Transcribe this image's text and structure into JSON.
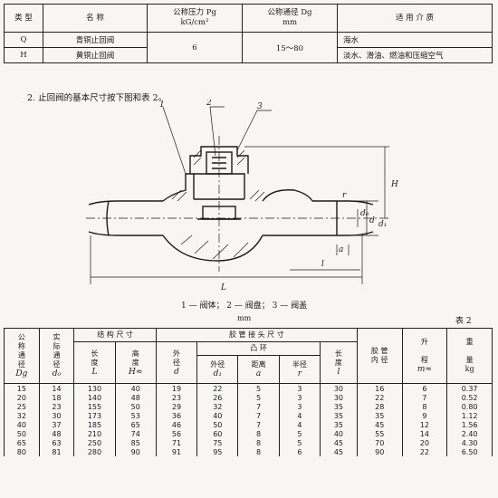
{
  "table1": {
    "headers": [
      "类  型",
      "名    称",
      "公称压力 Pg",
      "kG/cm²",
      "公称通径 Dg",
      "mm",
      "适  用  介  质"
    ],
    "rows": [
      {
        "type": "Q",
        "name": "青铜止回阀",
        "pressure": "6",
        "dn": "15～80",
        "media": "海水"
      },
      {
        "type": "H",
        "name": "黄铜止回阀",
        "media": "淡水、滑油、燃油和压缩空气"
      }
    ]
  },
  "note": "2. 止回阀的基本尺寸按下图和表 2。",
  "figure": {
    "callouts": [
      "1",
      "2",
      "3"
    ],
    "labels": {
      "L": "L",
      "H": "H",
      "l": "l",
      "r": "r",
      "a": "a",
      "d": "d",
      "d0": "d₀",
      "d1": "d₁"
    },
    "caption": "1 — 阀体；    2 — 阀盘；    3 — 阀盖"
  },
  "unit": "mm",
  "table_no": "表 2",
  "table2": {
    "h_dn": [
      "公",
      "称",
      "通",
      "径",
      "Dg"
    ],
    "h_d0": [
      "实",
      "际",
      "通",
      "径",
      "d₀"
    ],
    "h_struct": "结 构 尺 寸",
    "h_L": [
      "长",
      "度",
      "L"
    ],
    "h_H": [
      "高",
      "度",
      "H≈"
    ],
    "h_pipe": "胶   管   接   头   尺   寸",
    "h_d": [
      "外",
      "径",
      "d"
    ],
    "h_ring": "凸    环",
    "h_d1": [
      "外径",
      "d₁"
    ],
    "h_a": [
      "距离",
      "a"
    ],
    "h_r": [
      "半径",
      "r"
    ],
    "h_l": [
      "长",
      "度",
      "l"
    ],
    "h_hose": [
      "胶 管",
      "内 径"
    ],
    "h_lift": [
      "升",
      "程",
      "m≈"
    ],
    "h_wt": [
      "重",
      "量",
      "kg"
    ],
    "rows": [
      [
        "15",
        "14",
        "130",
        "40",
        "19",
        "22",
        "5",
        "3",
        "30",
        "16",
        "6",
        "0.37"
      ],
      [
        "20",
        "18",
        "140",
        "48",
        "23",
        "26",
        "5",
        "3",
        "30",
        "22",
        "7",
        "0.52"
      ],
      [
        "25",
        "23",
        "155",
        "50",
        "29",
        "32",
        "7",
        "3",
        "35",
        "28",
        "8",
        "0.80"
      ],
      [
        "32",
        "30",
        "173",
        "53",
        "36",
        "40",
        "7",
        "4",
        "35",
        "35",
        "9",
        "1.12"
      ],
      [
        "40",
        "37",
        "185",
        "65",
        "46",
        "50",
        "7",
        "4",
        "35",
        "45",
        "12",
        "1.56"
      ],
      [
        "50",
        "48",
        "210",
        "74",
        "56",
        "60",
        "8",
        "5",
        "40",
        "55",
        "14",
        "2.40"
      ],
      [
        "65",
        "63",
        "250",
        "85",
        "71",
        "75",
        "8",
        "5",
        "45",
        "70",
        "20",
        "4.30"
      ],
      [
        "80",
        "81",
        "280",
        "90",
        "91",
        "95",
        "8",
        "6",
        "45",
        "90",
        "22",
        "6.50"
      ]
    ]
  }
}
